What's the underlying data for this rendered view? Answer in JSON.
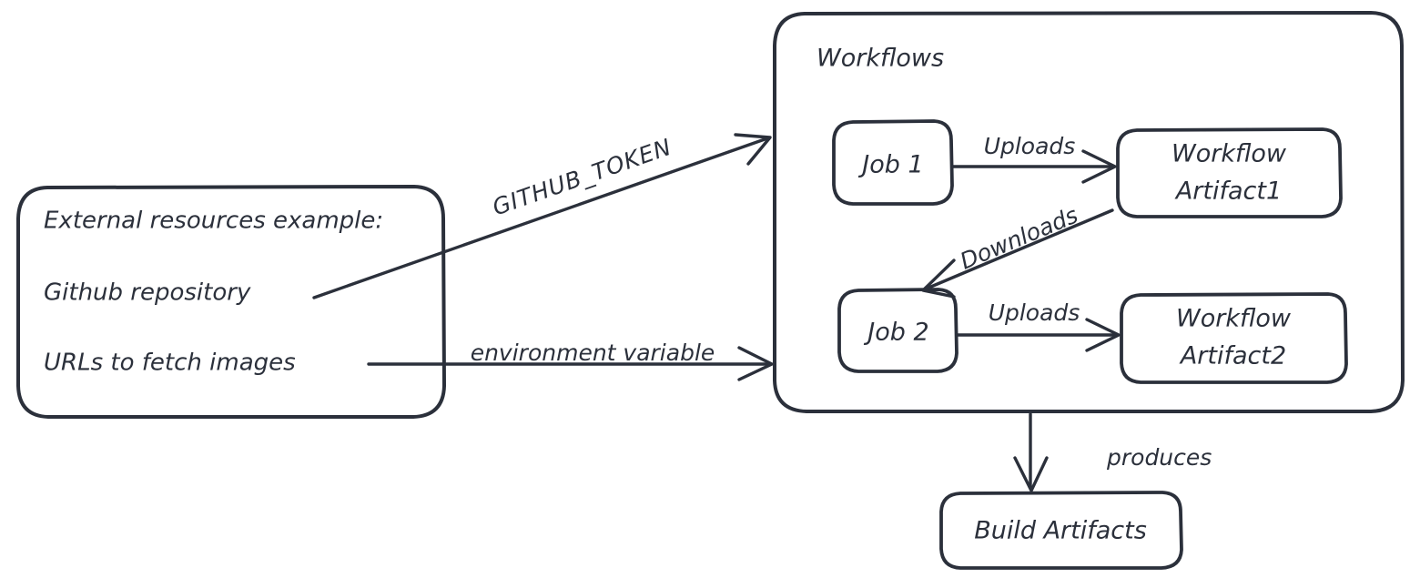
{
  "diagram": {
    "title": "GitHub Actions workflow artifacts diagram",
    "stroke_color": "#2b303b",
    "background_color": "#ffffff",
    "style": "hand-drawn"
  },
  "external_box": {
    "lines": [
      "External resources example:",
      "Github repository",
      "URLs to fetch images"
    ]
  },
  "workflows_group": {
    "label": "Workflows"
  },
  "nodes": {
    "job1": "Job 1",
    "job2": "Job 2",
    "artifact1_line1": "Workflow",
    "artifact1_line2": "Artifact1",
    "artifact2_line1": "Workflow",
    "artifact2_line2": "Artifact2",
    "build_artifacts": "Build Artifacts"
  },
  "edges": {
    "github_token": "GITHUB_TOKEN",
    "environment_variable": "environment variable",
    "uploads_1": "Uploads",
    "uploads_2": "Uploads",
    "downloads": "Downloads",
    "produces": "produces"
  }
}
